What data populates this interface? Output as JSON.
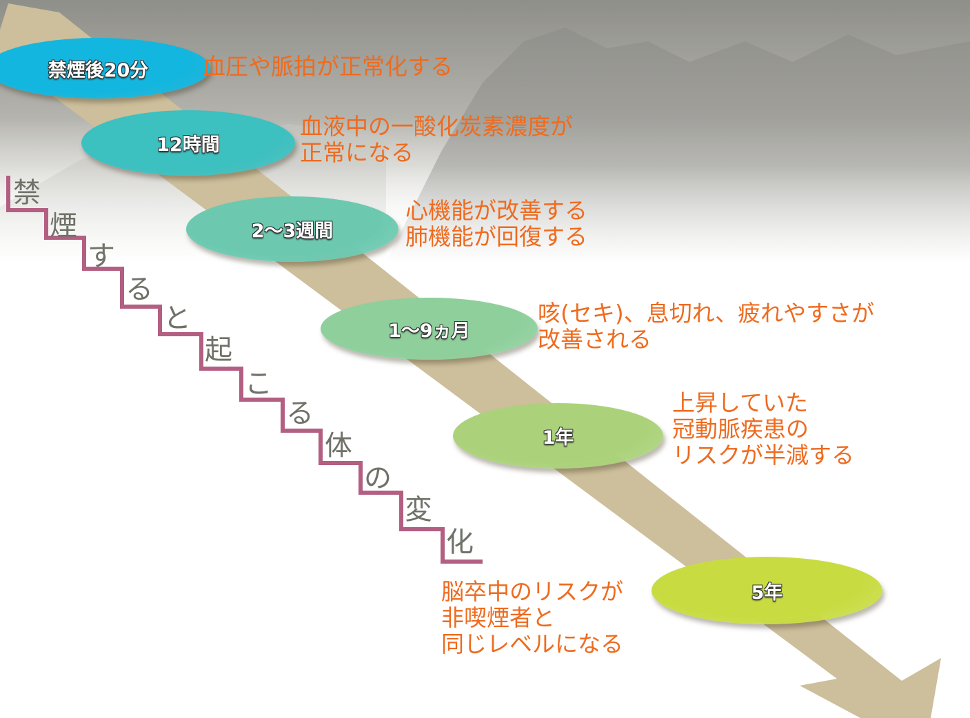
{
  "title_chars": [
    "禁",
    "煙",
    "す",
    "る",
    "と",
    "起",
    "こ",
    "る",
    "体",
    "の",
    "変",
    "化"
  ],
  "stages": [
    {
      "label": "禁煙後20分",
      "color": "#13b6df",
      "lines": [
        "血圧や脈拍が正常化する"
      ]
    },
    {
      "label": "12時間",
      "color": "#3cc0c0",
      "lines": [
        "血液中の一酸化炭素濃度が",
        "正常になる"
      ]
    },
    {
      "label": "2〜3週間",
      "color": "#6cc9b0",
      "lines": [
        "心機能が改善する",
        "肺機能が回復する"
      ]
    },
    {
      "label": "1〜9ヵ月",
      "color": "#8ecf9c",
      "lines": [
        "咳(セキ)、息切れ、疲れやすさが",
        "改善される"
      ]
    },
    {
      "label": "1年",
      "color": "#abd27a",
      "lines": [
        "上昇していた",
        "冠動脈疾患の",
        "リスクが半減する"
      ]
    },
    {
      "label": "5年",
      "color": "#c8dc42",
      "lines": [
        "脳卒中のリスクが",
        "非喫煙者と",
        "同じレベルになる"
      ]
    }
  ],
  "colors": {
    "text": "#ee6b1f",
    "stairs": "#b35f82",
    "arrow": "#cdbf9b",
    "title": "#6f7268"
  }
}
